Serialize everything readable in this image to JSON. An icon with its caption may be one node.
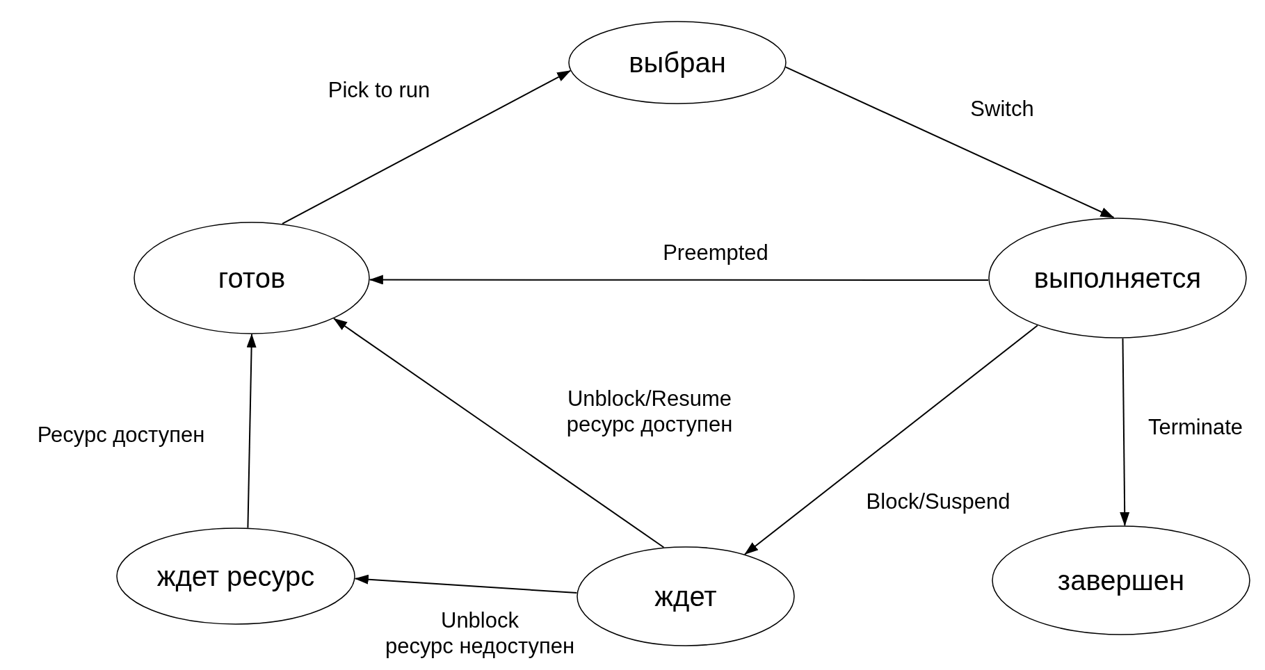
{
  "diagram": {
    "nodes": [
      {
        "text": [
          "выбран"
        ]
      },
      {
        "text": [
          "готов"
        ]
      },
      {
        "text": [
          "выполняется"
        ]
      },
      {
        "text": [
          "ждет ресурс"
        ]
      },
      {
        "text": [
          "ждет"
        ]
      },
      {
        "text": [
          "завершен"
        ]
      }
    ],
    "edges": [
      {
        "from": 1,
        "to": 0,
        "arrow": "to",
        "label": "Pick to run"
      },
      {
        "from": 0,
        "to": 2,
        "arrow": "to",
        "label": "Switch"
      },
      {
        "from": 2,
        "to": 1,
        "arrow": "to",
        "label": "Preempted"
      },
      {
        "from": 2,
        "to": 4,
        "arrow": "to",
        "label": "Block/Suspend"
      },
      {
        "from": 2,
        "to": 5,
        "arrow": "to",
        "label": "Terminate"
      },
      {
        "from": 4,
        "to": 1,
        "arrow": "to",
        "label": "Unblock/Resume ресурс доступен"
      },
      {
        "from": 4,
        "to": 3,
        "arrow": "to",
        "label": "Unblock ресурс недоступен"
      },
      {
        "from": 3,
        "to": 1,
        "arrow": "to",
        "label": "Ресурс доступен"
      }
    ]
  }
}
